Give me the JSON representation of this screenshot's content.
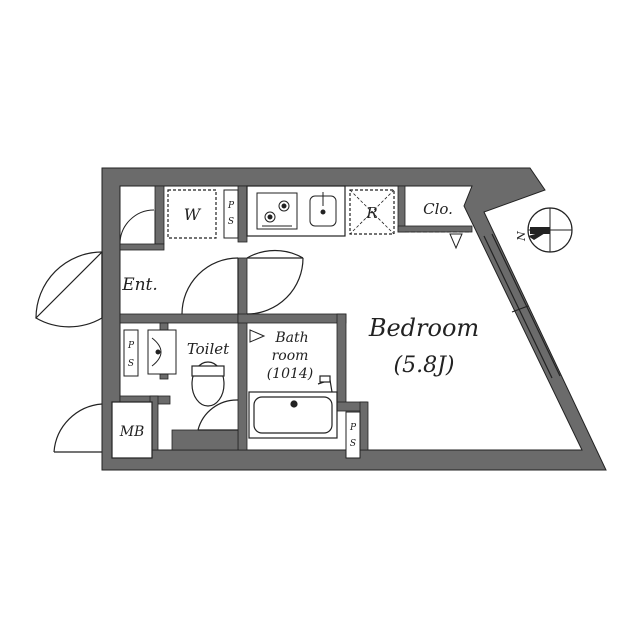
{
  "rooms": {
    "bedroom": {
      "name": "Bedroom",
      "size": "(5.8J)"
    },
    "bath": {
      "line1": "Bath",
      "line2": "room",
      "line3": "(1014)"
    },
    "toilet": "Toilet",
    "entrance": "Ent.",
    "closet": "Clo.",
    "washer": "W",
    "fridge": "R",
    "meter_box": "MB"
  },
  "pipe_space": {
    "p": "P",
    "s": "S"
  },
  "compass": {
    "north": "N"
  },
  "colors": {
    "wall": "#6b6b6b",
    "line": "#222222",
    "floor": "#ffffff"
  }
}
